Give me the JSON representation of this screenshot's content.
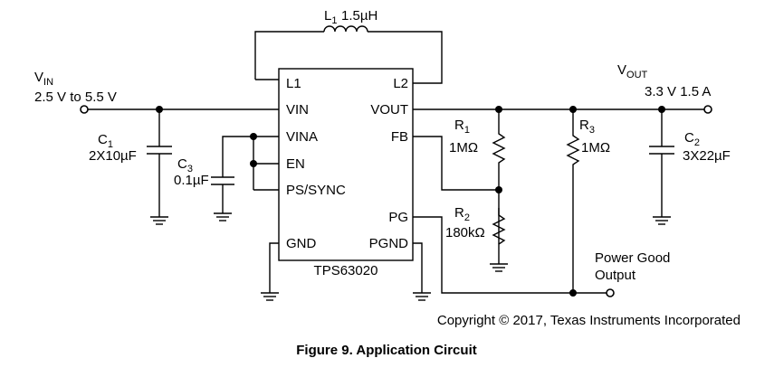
{
  "inductor": {
    "ref": "L",
    "sub": "1",
    "value": "1.5µH"
  },
  "ic": {
    "name": "TPS63020",
    "pins_left": [
      "L1",
      "VIN",
      "VINA",
      "EN",
      "PS/SYNC",
      "GND"
    ],
    "pins_right": [
      "L2",
      "VOUT",
      "FB",
      "PG",
      "PGND"
    ]
  },
  "vin": {
    "label": "V",
    "sub": "IN",
    "range": "2.5 V to 5.5 V"
  },
  "vout": {
    "label": "V",
    "sub": "OUT",
    "spec": "3.3 V 1.5 A"
  },
  "c1": {
    "ref": "C",
    "sub": "1",
    "value": "2X10µF"
  },
  "c3": {
    "ref": "C",
    "sub": "3",
    "value": "0.1µF"
  },
  "r1": {
    "ref": "R",
    "sub": "1",
    "value": "1MΩ"
  },
  "r2": {
    "ref": "R",
    "sub": "2",
    "value": "180kΩ"
  },
  "r3": {
    "ref": "R",
    "sub": "3",
    "value": "1MΩ"
  },
  "c2": {
    "ref": "C",
    "sub": "2",
    "value": "3X22µF"
  },
  "pg_output": {
    "line1": "Power Good",
    "line2": "Output"
  },
  "copyright": "Copyright © 2017, Texas Instruments Incorporated",
  "caption": "Figure 9.  Application Circuit"
}
